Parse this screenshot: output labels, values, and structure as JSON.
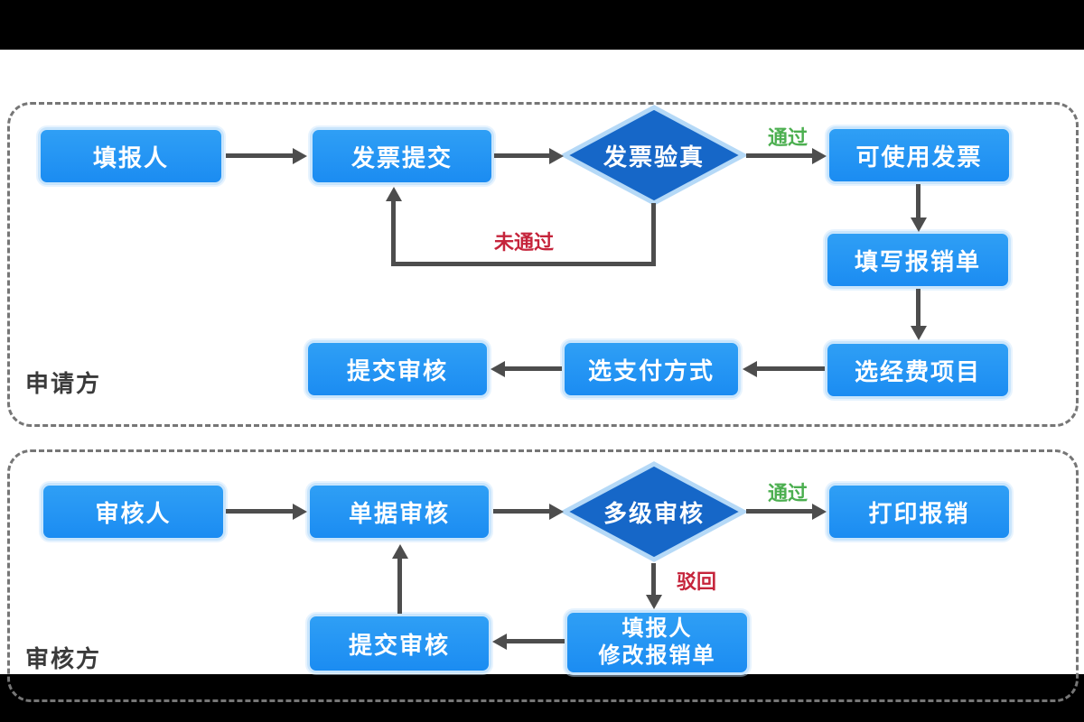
{
  "diagram": {
    "applicant": {
      "section_label": "申请方",
      "nodes": {
        "filler": "填报人",
        "invoice_submit": "发票提交",
        "invoice_verify": "发票验真",
        "usable_invoice": "可使用发票",
        "fill_form": "填写报销单",
        "select_project": "选经费项目",
        "select_payment": "选支付方式",
        "submit_review": "提交审核"
      },
      "labels": {
        "pass": "通过",
        "fail": "未通过"
      }
    },
    "reviewer": {
      "section_label": "审核方",
      "nodes": {
        "reviewer": "审核人",
        "doc_review": "单据审核",
        "multilevel_review": "多级审核",
        "print_reimburse": "打印报销",
        "modify_line1": "填报人",
        "modify_line2": "修改报销单",
        "submit_review": "提交审核"
      },
      "labels": {
        "pass": "通过",
        "reject": "驳回"
      }
    },
    "colors": {
      "node_fill": "#2196f3",
      "node_border": "#c9e5fc",
      "diamond_fill": "#1667c8",
      "diamond_border": "#b5d9f7",
      "arrow": "#4d4d4d",
      "pass_green": "#4caf50",
      "fail_red": "#c5243b",
      "lane_border": "#767676"
    }
  }
}
